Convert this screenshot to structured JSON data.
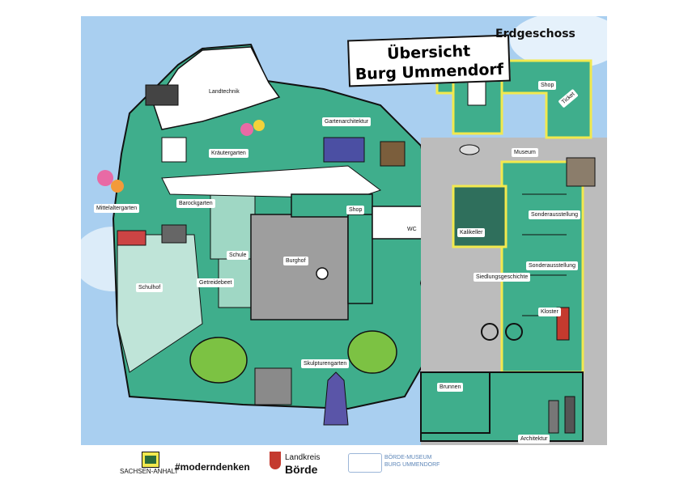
{
  "title": {
    "line1": "Übersicht",
    "line2": "Burg Ummendorf"
  },
  "floor_label": "Erdgeschoss",
  "labels": {
    "landtechnik": "Landtechnik",
    "gartenarchitektur": "Gartenarchitektur",
    "kraeutergarten": "Kräutergarten",
    "mittelaltergarten": "Mittelaltergarten",
    "barockgarten": "Barockgarten",
    "shop_left": "Shop",
    "wc": "WC",
    "schule": "Schule",
    "burghof": "Burghof",
    "getreidebeet": "Getreidebeet",
    "schulhof": "Schulhof",
    "skulpturengarten": "Skulpturengarten",
    "shop_right": "Shop",
    "ticket": "Ticket",
    "museum": "Museum",
    "kalikeller": "Kalikeller",
    "sonderausstellung_1": "Sonderausstellung",
    "sonderausstellung_2": "Sonderausstellung",
    "siedlungsgeschichte": "Siedlungsgeschichte",
    "kloster": "Kloster",
    "brunnen": "Brunnen",
    "architektur": "Architektur"
  },
  "footer": {
    "sachsen_anhalt": "SACHSEN-ANHALT",
    "hashtag": "#moderndenken",
    "landkreis_line1": "Landkreis",
    "landkreis_line2": "Börde",
    "museum_line1": "BÖRDE-MUSEUM",
    "museum_line2": "BURG UMMENDORF"
  },
  "colors": {
    "sky": "#a9cff0",
    "teal": "#3fae8c",
    "teal_dark": "#1f7e66",
    "yellow_outline": "#f2e94e",
    "cobble": "#bcbcbc",
    "courtyard": "#9e9e9e",
    "tree": "#7cc243"
  }
}
